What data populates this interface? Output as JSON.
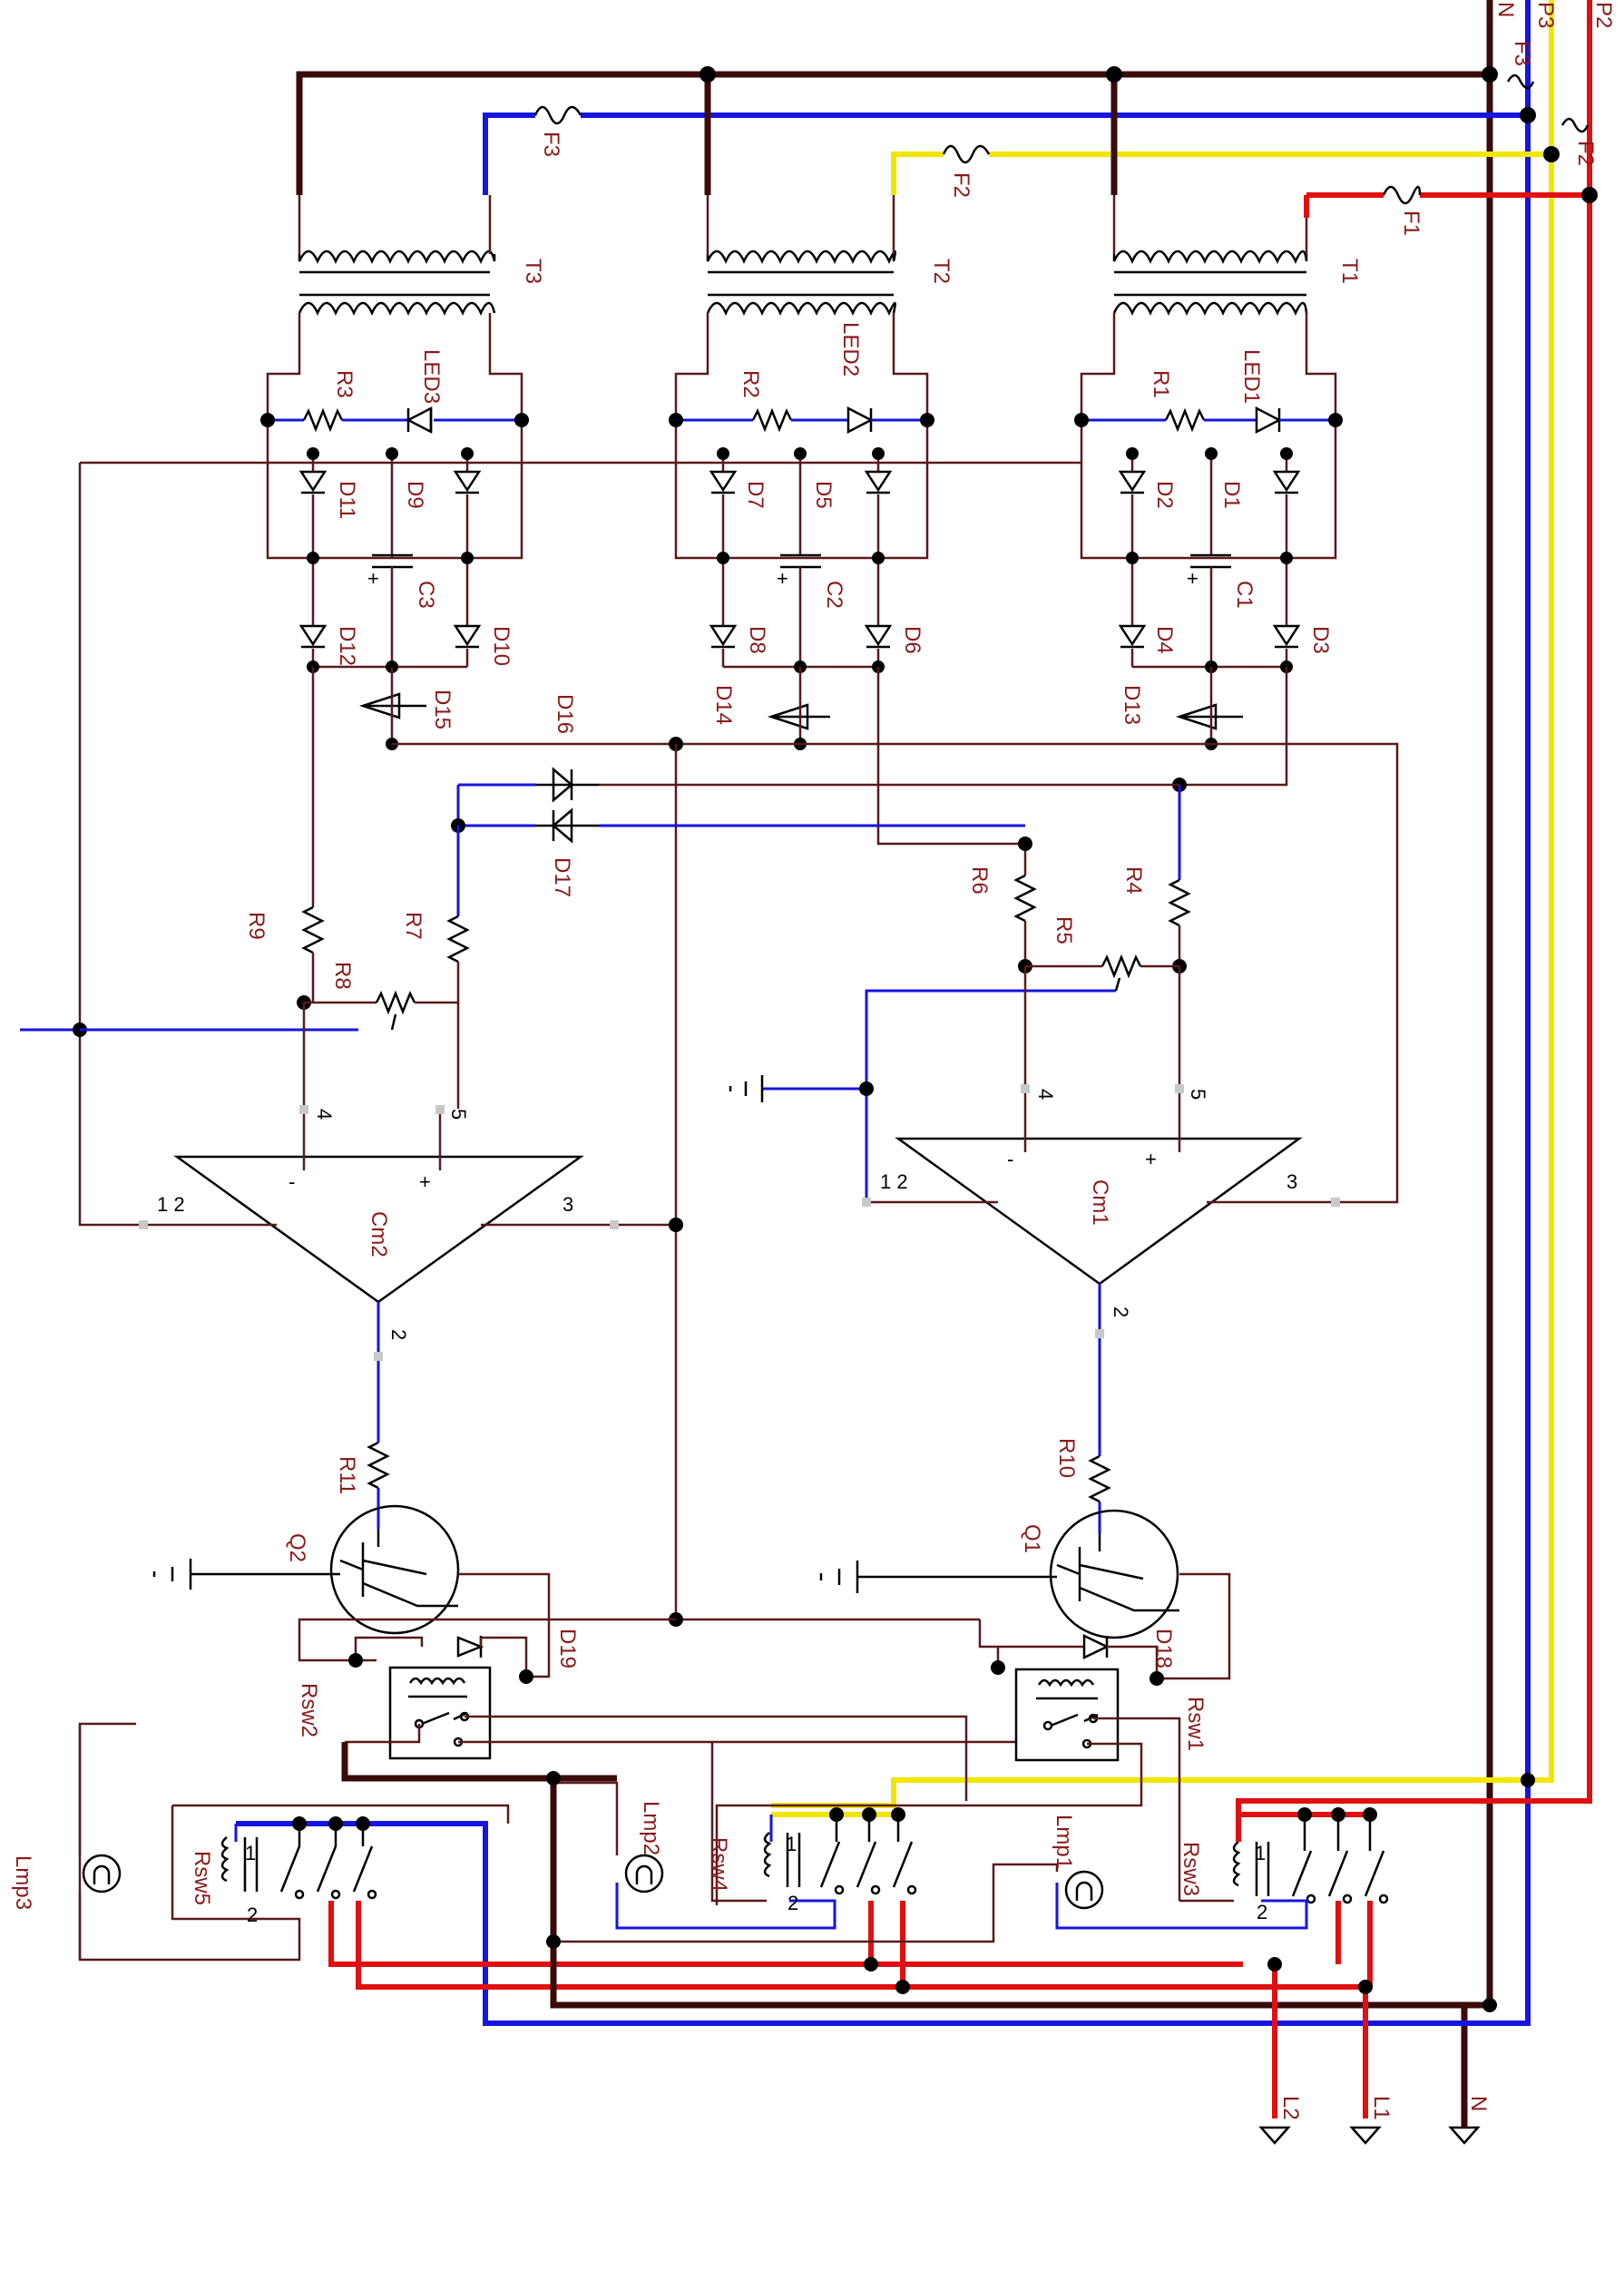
{
  "transformers": [
    {
      "label": "T1",
      "fuse": "F1",
      "led": "LED1",
      "resistor": "R1",
      "diodes": {
        "top_left": "D2",
        "top_center": "D1",
        "bottom_left": "D4",
        "bottom_right": "D3",
        "series": "D13"
      },
      "capacitor": "C1",
      "phase_color": "#e01010"
    },
    {
      "label": "T2",
      "fuse": "F2",
      "led": "LED2",
      "resistor": "R2",
      "diodes": {
        "top_left": "D7",
        "top_center": "D5",
        "bottom_left": "D8",
        "bottom_right": "D6",
        "series": "D14"
      },
      "capacitor": "C2",
      "phase_color": "#f2e600"
    },
    {
      "label": "T3",
      "fuse": "F3",
      "led": "LED3",
      "resistor": "R3",
      "diodes": {
        "top_left": "D11",
        "top_center": "D9",
        "bottom_left": "D12",
        "bottom_right": "D10",
        "series": "D15"
      },
      "capacitor": "C3",
      "phase_color": "#1515e0"
    }
  ],
  "top_right": {
    "n": "N",
    "p3": "P3",
    "p2": "P2",
    "f3": "F3",
    "f2": "F2"
  },
  "mid_diodes": {
    "d16": "D16",
    "d17": "D17"
  },
  "comparators": [
    {
      "label": "Cm1",
      "pin_minus": "-",
      "pin_plus": "+",
      "pin_4": "4",
      "pin_5": "5",
      "pin_12": "1 2",
      "pin_3": "3",
      "pin_2": "2"
    },
    {
      "label": "Cm2",
      "pin_minus": "-",
      "pin_plus": "+",
      "pin_4": "4",
      "pin_5": "5",
      "pin_12": "1 2",
      "pin_3": "3",
      "pin_2": "2"
    }
  ],
  "resistors_mid": {
    "r4": "R4",
    "r5": "R5",
    "r6": "R6",
    "r7": "R7",
    "r8": "R8",
    "r9": "R9",
    "r10": "R10",
    "r11": "R11"
  },
  "transistors": {
    "q1": "Q1",
    "q2": "Q2"
  },
  "relays": {
    "rsw1": "Rsw1",
    "rsw2": "Rsw2",
    "rsw3": "Rsw3",
    "rsw4": "Rsw4",
    "rsw5": "Rsw5",
    "d18": "D18",
    "d19": "D19"
  },
  "contactor_pins": {
    "one": "1",
    "two": "2"
  },
  "lamps": {
    "lmp1": "Lmp1",
    "lmp2": "Lmp2",
    "lmp3": "Lmp3"
  },
  "outputs": {
    "l1": "L1",
    "l2": "L2",
    "n": "N"
  }
}
